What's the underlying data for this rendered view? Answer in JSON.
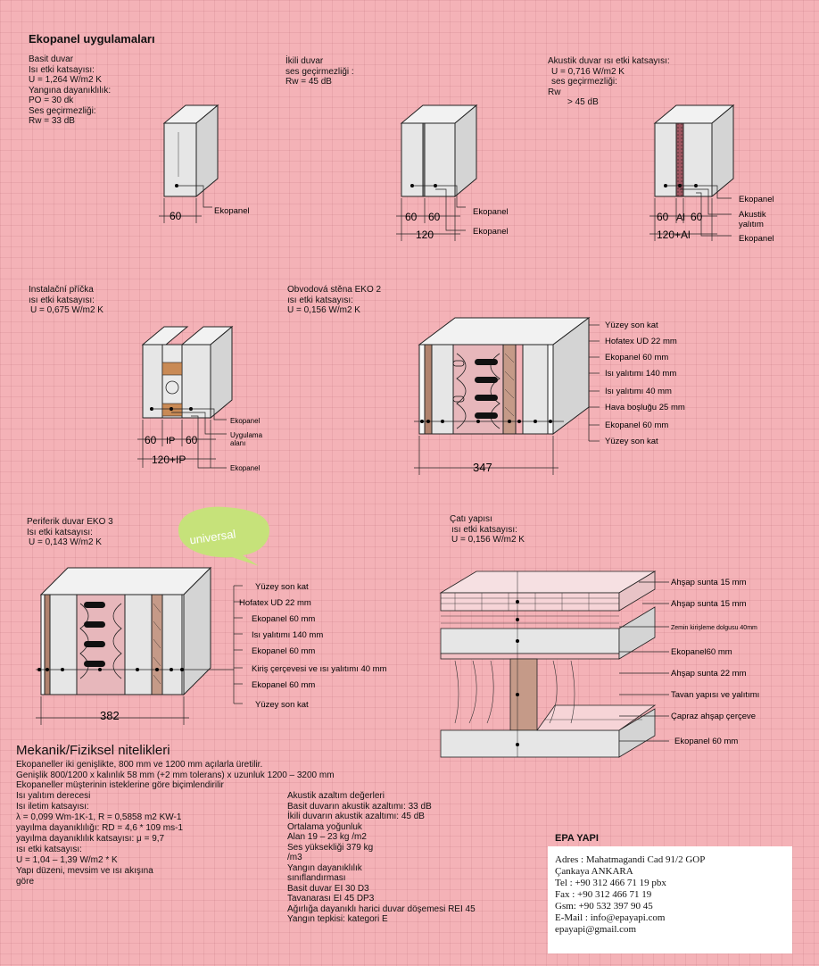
{
  "header": {
    "title": "Ekopanel uygulamaları"
  },
  "basit": {
    "lines": [
      "Basit duvar",
      "Isı etki katsayısı:",
      "U = 1,264 W/m2 K",
      "Yangına dayanıklılık:",
      "PO = 30 dk",
      "Ses geçirmezliği:",
      "Rw = 33 dB"
    ],
    "dim": "60",
    "label": "Ekopanel"
  },
  "ikili": {
    "lines": [
      "İkili duvar",
      "ses geçirmezliği :",
      "Rw = 45 dB"
    ],
    "dims": [
      "60",
      "60",
      "120"
    ],
    "labels": [
      "Ekopanel",
      "Ekopanel"
    ]
  },
  "akustik": {
    "lines": [
      "Akustik duvar ısı etki katsayısı:",
      "U = 0,716 W/m2 K",
      "ses geçirmezliği:",
      "Rw",
      "> 45 dB"
    ],
    "dims": [
      "60",
      "Al",
      "60",
      "120+Al"
    ],
    "labels": [
      "Ekopanel",
      "Akustik",
      "yalıtım",
      "Ekopanel"
    ]
  },
  "instalacni": {
    "lines": [
      "Instalační příčka",
      "ısı etki katsayısı:",
      "U = 0,675 W/m2 K"
    ],
    "dims": [
      "60",
      "IP",
      "60",
      "120+IP"
    ],
    "labels": [
      "Ekopanel",
      "Uygulama",
      "alanı",
      "Ekopanel"
    ]
  },
  "obvodova": {
    "lines": [
      "Obvodová stěna EKO 2",
      "ısı etki katsayısı:",
      "U = 0,156 W/m2 K"
    ],
    "dim": "347",
    "labels": [
      "Yüzey son kat",
      "Hofatex UD 22 mm",
      "Ekopanel 60 mm",
      "Isı yalıtımı 140 mm",
      "Isı yalıtımı 40 mm",
      "Hava boşluğu 25 mm",
      "Ekopanel 60 mm",
      "Yüzey son kat"
    ]
  },
  "periferik": {
    "lines": [
      "Periferik duvar EKO 3",
      "Isı etki katsayısı:",
      "U = 0,143 W/m2 K"
    ],
    "dim": "382",
    "badge": "universal",
    "labels": [
      "Yüzey son kat",
      "Hofatex UD 22 mm",
      "Ekopanel 60 mm",
      "Isı yalıtımı 140 mm",
      "Ekopanel 60 mm",
      "Kiriş çerçevesi ve ısı yalıtımı 40 mm",
      "Ekopanel 60 mm",
      "Yüzey son kat"
    ]
  },
  "cati": {
    "lines": [
      "Çatı yapısı",
      "ısı etki katsayısı:",
      "U = 0,156 W/m2 K"
    ],
    "labels": [
      "Ahşap sunta 15 mm",
      "Ahşap sunta 15 mm",
      "Zemin kirişleme dolgusu 40mm",
      "Ekopanel60 mm",
      "Ahşap sunta 22 mm",
      "Tavan yapısı ve yalıtımı",
      "Çapraz ahşap çerçeve",
      "Ekopanel 60 mm"
    ]
  },
  "mekanik": {
    "title": "Mekanik/Fiziksel nitelikleri",
    "intro": [
      "Ekopaneller iki genişlikte, 800 mm ve 1200 mm açılarla üretilir.",
      "Genişlik 800/1200 x kalınlık 58 mm (+2 mm tolerans) x uzunluk 1200 – 3200 mm",
      "Ekopaneller müşterinin isteklerine göre biçimlendirilir"
    ],
    "left": [
      "Isı yalıtım derecesi",
      "Isı iletim katsayısı:",
      "λ = 0,099 Wm-1K-1, R = 0,5858 m2 KW-1",
      "yayılma dayanıklılığı: RD = 4,6 * 109 ms-1",
      "yayılma dayanıklılık katsayısı: μ = 9,7",
      "ısı etki katsayısı:",
      "U = 1,04 – 1,39 W/m2 * K",
      "Yapı düzeni, mevsim ve ısı akışına",
      "göre"
    ],
    "right": [
      "Akustik azaltım değerleri",
      "Basit duvarın akustik azaltımı: 33 dB",
      "İkili duvarın akustik azaltımı: 45 dB",
      "Ortalama yoğunluk",
      "Alan 19 – 23 kg /m2",
      "Ses yüksekliği 379 kg",
      "/m3",
      "Yangın dayanıklılık",
      "sınıflandırması",
      "Basit duvar EI 30 D3",
      "Tavanarası EI 45 DP3",
      "Ağırlığa dayanıklı harici duvar döşemesi REI 45",
      "Yangın tepkisi: kategori E"
    ]
  },
  "company": {
    "name": "EPA YAPI",
    "lines": [
      "Adres : Mahatmagandi Cad 91/2 GOP",
      "Çankaya ANKARA",
      "Tel : +90 312 466 71 19 pbx",
      "Fax : +90 312 466 71 19",
      "Gsm: +90 532 397 90 45",
      "E-Mail : info@epayapi.com",
      "epayapi@gmail.com"
    ]
  }
}
